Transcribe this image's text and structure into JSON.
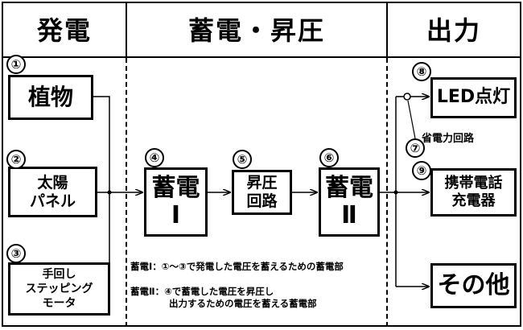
{
  "headers": {
    "generation": "発電",
    "storage_boost": "蓄電・昇圧",
    "output": "出力"
  },
  "numbers": {
    "n1": "①",
    "n2": "②",
    "n3": "③",
    "n4": "④",
    "n5": "⑤",
    "n6": "⑥",
    "n7": "⑦",
    "n8": "⑧",
    "n9": "⑨"
  },
  "boxes": {
    "plant": "植物",
    "solar_line1": "太陽",
    "solar_line2": "パネル",
    "stepper_line1": "手回し",
    "stepper_line2": "ステッピング",
    "stepper_line3": "モータ",
    "storage1_line1": "蓄電",
    "storage1_line2": "Ⅰ",
    "boost_line1": "昇圧",
    "boost_line2": "回路",
    "storage2_line1": "蓄電",
    "storage2_line2": "Ⅱ",
    "led": "LED点灯",
    "phone_line1": "携帯電話",
    "phone_line2": "充電器",
    "other": "その他"
  },
  "labels": {
    "power_saving_circuit": "省電力回路"
  },
  "notes": {
    "storage1_note": "蓄電Ⅰ：①～③で発電した電圧を蓄えるための蓄電部",
    "storage2_note_line1": "蓄電Ⅱ：④で蓄電した電圧を昇圧し",
    "storage2_note_line2": "出力するための電圧を蓄える蓄電部"
  }
}
